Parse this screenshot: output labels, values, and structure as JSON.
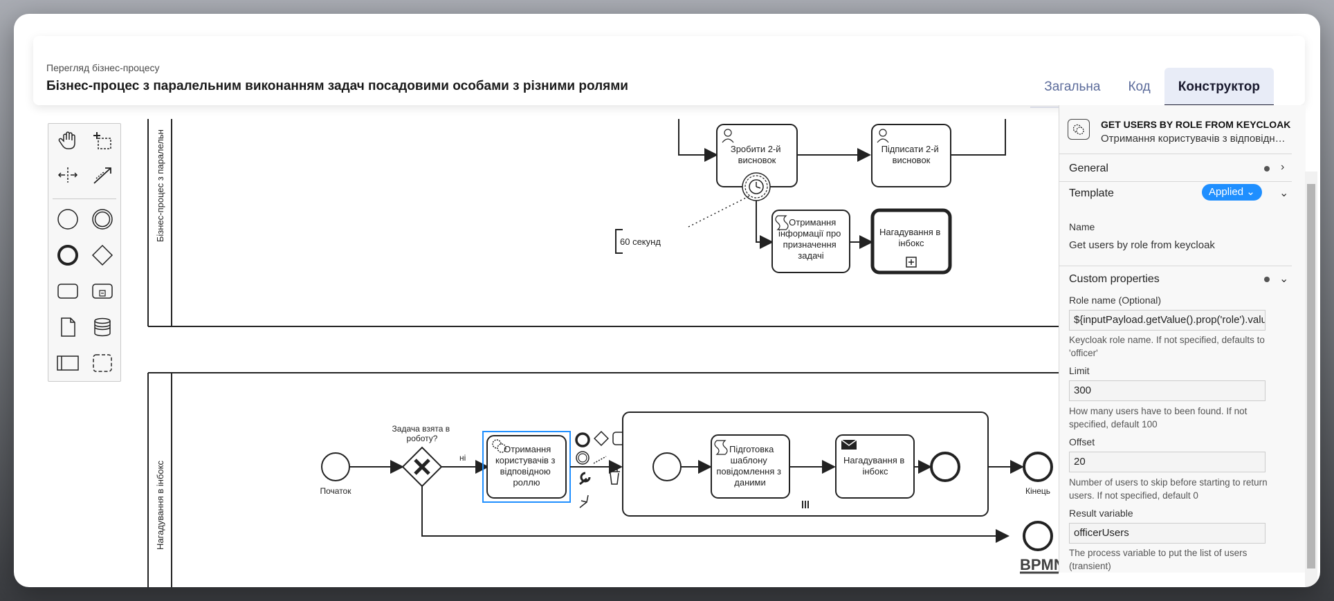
{
  "header": {
    "subtitle": "Перегляд бізнес-процесу",
    "title": "Бізнес-процес з паралельним виконанням задач посадовими особами з різними ролями",
    "tabs": [
      {
        "label": "Загальна",
        "active": false
      },
      {
        "label": "Код",
        "active": false
      },
      {
        "label": "Конструктор",
        "active": true
      }
    ]
  },
  "palette": {
    "tools": [
      "hand-tool-icon",
      "lasso-tool-icon",
      "space-tool-icon",
      "global-connect-icon"
    ],
    "elements": [
      "start-event-icon",
      "intermediate-event-icon",
      "end-event-icon",
      "gateway-icon",
      "task-icon",
      "subprocess-icon",
      "data-object-icon",
      "data-store-icon",
      "participant-icon",
      "group-icon"
    ]
  },
  "diagram": {
    "lane_top_label": "Бізнес-процес з паралельн",
    "lane_bottom_label": "Нагадування в інбокс",
    "top_tasks": {
      "task1": [
        "Зробити 2-й",
        "висновок"
      ],
      "task2": [
        "Підписати 2-й",
        "висновок"
      ],
      "task3": [
        "Отримання",
        "інформації про",
        "призначення",
        "задачі"
      ],
      "task4": [
        "Нагадування в",
        "інбокс"
      ]
    },
    "timer_annotation": "60 секунд",
    "start_label": "Початок",
    "gateway_label": [
      "Задача взята в",
      "роботу?"
    ],
    "flow_label": "ні",
    "selected_task": [
      "Отримання",
      "користувачів з",
      "відповідною",
      "роллю"
    ],
    "sub_task1": [
      "Підготовка",
      "шаблону",
      "повідомлення з",
      "даними"
    ],
    "sub_task2": [
      "Нагадування в",
      "інбокс"
    ],
    "end_label": "Кінець",
    "watermark": "BPMN.io"
  },
  "properties": {
    "element_type": "GET USERS BY ROLE FROM KEYCLOAK",
    "element_name": "Отримання користувачів з відповідною роллю",
    "groups": {
      "general": "General",
      "template": "Template",
      "template_badge": "Applied",
      "custom": "Custom properties"
    },
    "name_label": "Name",
    "name_value": "Get users by role from keycloak",
    "fields": {
      "role_label": "Role name (Optional)",
      "role_value": "${inputPayload.getValue().prop('role').value()}",
      "role_desc": "Keycloak role name. If not specified, defaults to 'officer'",
      "limit_label": "Limit",
      "limit_value": "300",
      "limit_desc": "How many users have to been found. If not specified, default 100",
      "offset_label": "Offset",
      "offset_value": "20",
      "offset_desc": "Number of users to skip before starting to return users. If not specified, default 0",
      "result_label": "Result variable",
      "result_value": "officerUsers",
      "result_desc": "The process variable to put the list of users (transient)"
    }
  }
}
